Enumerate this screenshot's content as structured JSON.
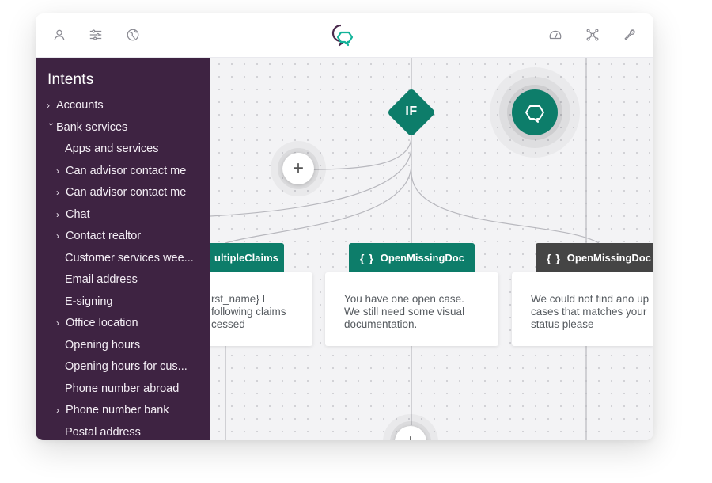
{
  "colors": {
    "sidebar_bg": "#3e2342",
    "accent_green": "#0d7d6a",
    "dark_node": "#454545",
    "canvas_bg": "#f3f3f5"
  },
  "topbar": {
    "left_icons": [
      "user-icon",
      "sliders-icon",
      "globe-icon"
    ],
    "right_icons": [
      "gauge-icon",
      "network-icon",
      "wrench-icon"
    ],
    "logo": "chat-bubbles-logo"
  },
  "sidebar": {
    "title": "Intents",
    "items": [
      {
        "label": "Accounts",
        "chevron": "›"
      },
      {
        "label": "Bank services",
        "chevron": "›"
      },
      {
        "label": "Apps and services",
        "chevron": ""
      },
      {
        "label": "Can advisor contact me",
        "chevron": "›"
      },
      {
        "label": "Can advisor contact me",
        "chevron": "›"
      },
      {
        "label": "Chat",
        "chevron": "›"
      },
      {
        "label": "Contact realtor",
        "chevron": "›"
      },
      {
        "label": "Customer services wee...",
        "chevron": ""
      },
      {
        "label": "Email address",
        "chevron": ""
      },
      {
        "label": "E-signing",
        "chevron": ""
      },
      {
        "label": "Office location",
        "chevron": "›"
      },
      {
        "label": "Opening hours",
        "chevron": ""
      },
      {
        "label": "Opening hours for cus...",
        "chevron": ""
      },
      {
        "label": "Phone number abroad",
        "chevron": ""
      },
      {
        "label": "Phone number bank",
        "chevron": "›"
      },
      {
        "label": "Postal address",
        "chevron": ""
      }
    ]
  },
  "flow": {
    "if_label": "IF",
    "add_symbol": "+",
    "nodes": [
      {
        "title": "ultipleClaims",
        "braces": "",
        "text": "rst_name} I\nfollowing claims\ncessed"
      },
      {
        "title": "OpenMissingDoc",
        "braces": "{ }",
        "text": "You have one open case.\nWe still need some visual\ndocumentation."
      },
      {
        "title": "OpenMissingDoc",
        "braces": "{ }",
        "text": "We could not find ano up\ncases that matches your\nstatus please"
      }
    ]
  }
}
